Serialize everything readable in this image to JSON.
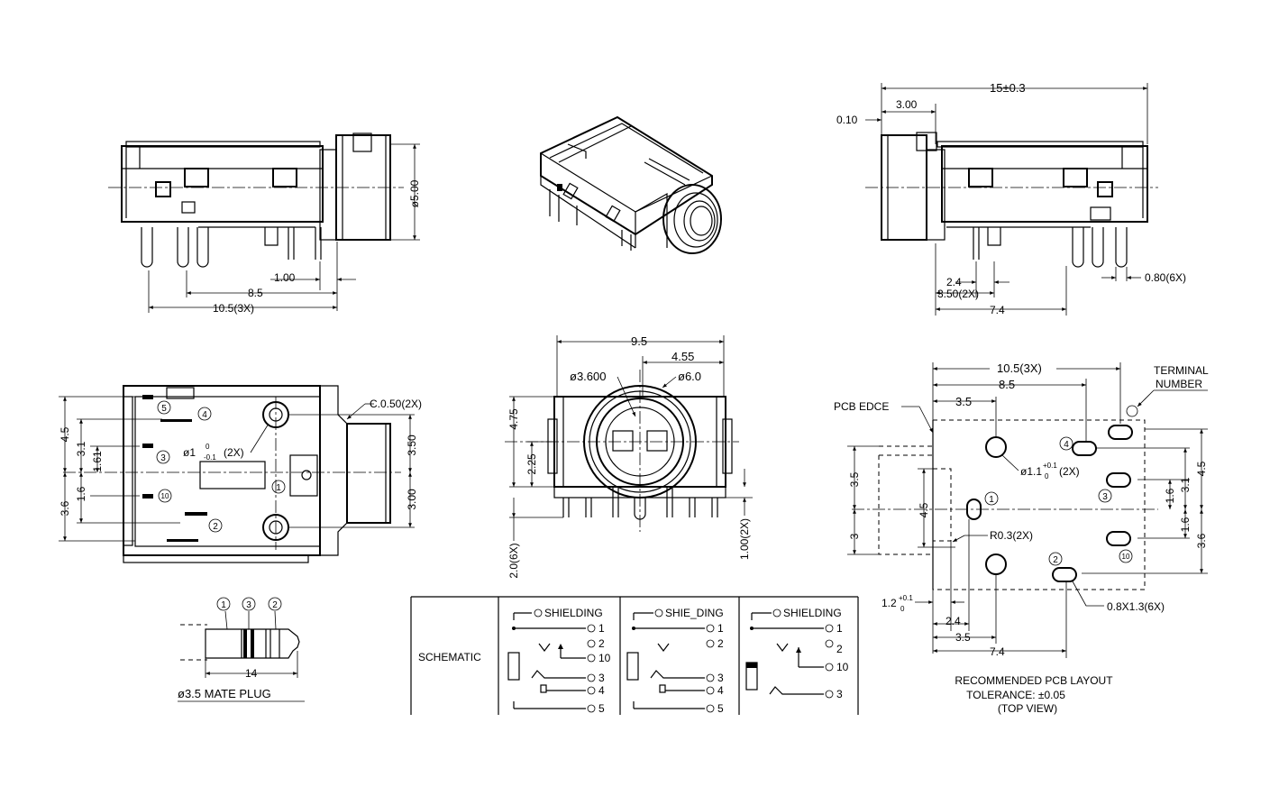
{
  "front_view": {
    "dims": {
      "dia_500": "ø5.00",
      "d_100": "1.00",
      "d_85": "8.5",
      "d_105": "10.5(3X)"
    }
  },
  "right_view": {
    "dims": {
      "d_15": "15±0.3",
      "d_010": "0.10",
      "d_300": "3.00",
      "d_24": "2.4",
      "d_350": "3.50(2X)",
      "d_74": "7.4",
      "d_080": "0.80(6X)"
    }
  },
  "top_view": {
    "dims": {
      "d_45": "4.5",
      "d_31": "3.1",
      "d_161": "1.61",
      "d_16": "1.6",
      "d_36": "3.6",
      "d_350": "3.50",
      "d_300": "3.00",
      "chamfer": "C.0.50(2X)",
      "hole": "ø1",
      "hole_tol_top": "0",
      "hole_tol_bot": "-0.1",
      "hole_count": "(2X)"
    },
    "pins": [
      "5",
      "4",
      "3",
      "10",
      "1",
      "2"
    ]
  },
  "end_view": {
    "dims": {
      "d_95": "9.5",
      "d_455": "4.55",
      "d_3600": "ø3.600",
      "d_60": "ø6.0",
      "d_475": "4.75",
      "d_225": "2.25",
      "d_20": "2.0(6X)",
      "d_100": "1.00(2X)"
    }
  },
  "pcb_layout": {
    "dims": {
      "d_105": "10.5(3X)",
      "d_85": "8.5",
      "d_35t": "3.5",
      "d_35l": "3.5",
      "d_45": "4.5",
      "d_3": "3",
      "hole": "ø1.1",
      "hole_tol_top": "+0.1",
      "hole_tol_bot": "0",
      "hole_count": "(2X)",
      "r03": "R0.3(2X)",
      "d_45r": "4.5",
      "d_31r": "3.1",
      "d_16r": "1.6",
      "d_16r2": "1.6",
      "d_36r": "3.6",
      "d_12": "1.2",
      "d_12_tol_top": "+0.1",
      "d_12_tol_bot": "0",
      "d_24": "2.4",
      "d_35b": "3.5",
      "d_74": "7.4",
      "slot": "0.8X1.3(6X)"
    },
    "pcb_edge_label": "PCB EDCE",
    "terminal_label": [
      "TERMINAL",
      "NUMBER"
    ],
    "pins": [
      "4",
      "3",
      "1",
      "10",
      "2"
    ],
    "caption": [
      "RECOMMENDED PCB LAYOUT",
      "TOLERANCE: ±0.05",
      "(TOP VIEW)"
    ]
  },
  "plug": {
    "pins": [
      "1",
      "3",
      "2"
    ],
    "dim": "14",
    "label": "ø3.5 MATE PLUG"
  },
  "schematic": {
    "title": "SCHEMATIC",
    "col1": [
      "SHIELDING",
      "1",
      "2",
      "10",
      "3",
      "4",
      "5"
    ],
    "col2": [
      "SHIE_DING",
      "1",
      "2",
      "3",
      "4",
      "5"
    ],
    "col3": [
      "SHIELDING",
      "1",
      "2",
      "10",
      "3"
    ]
  }
}
